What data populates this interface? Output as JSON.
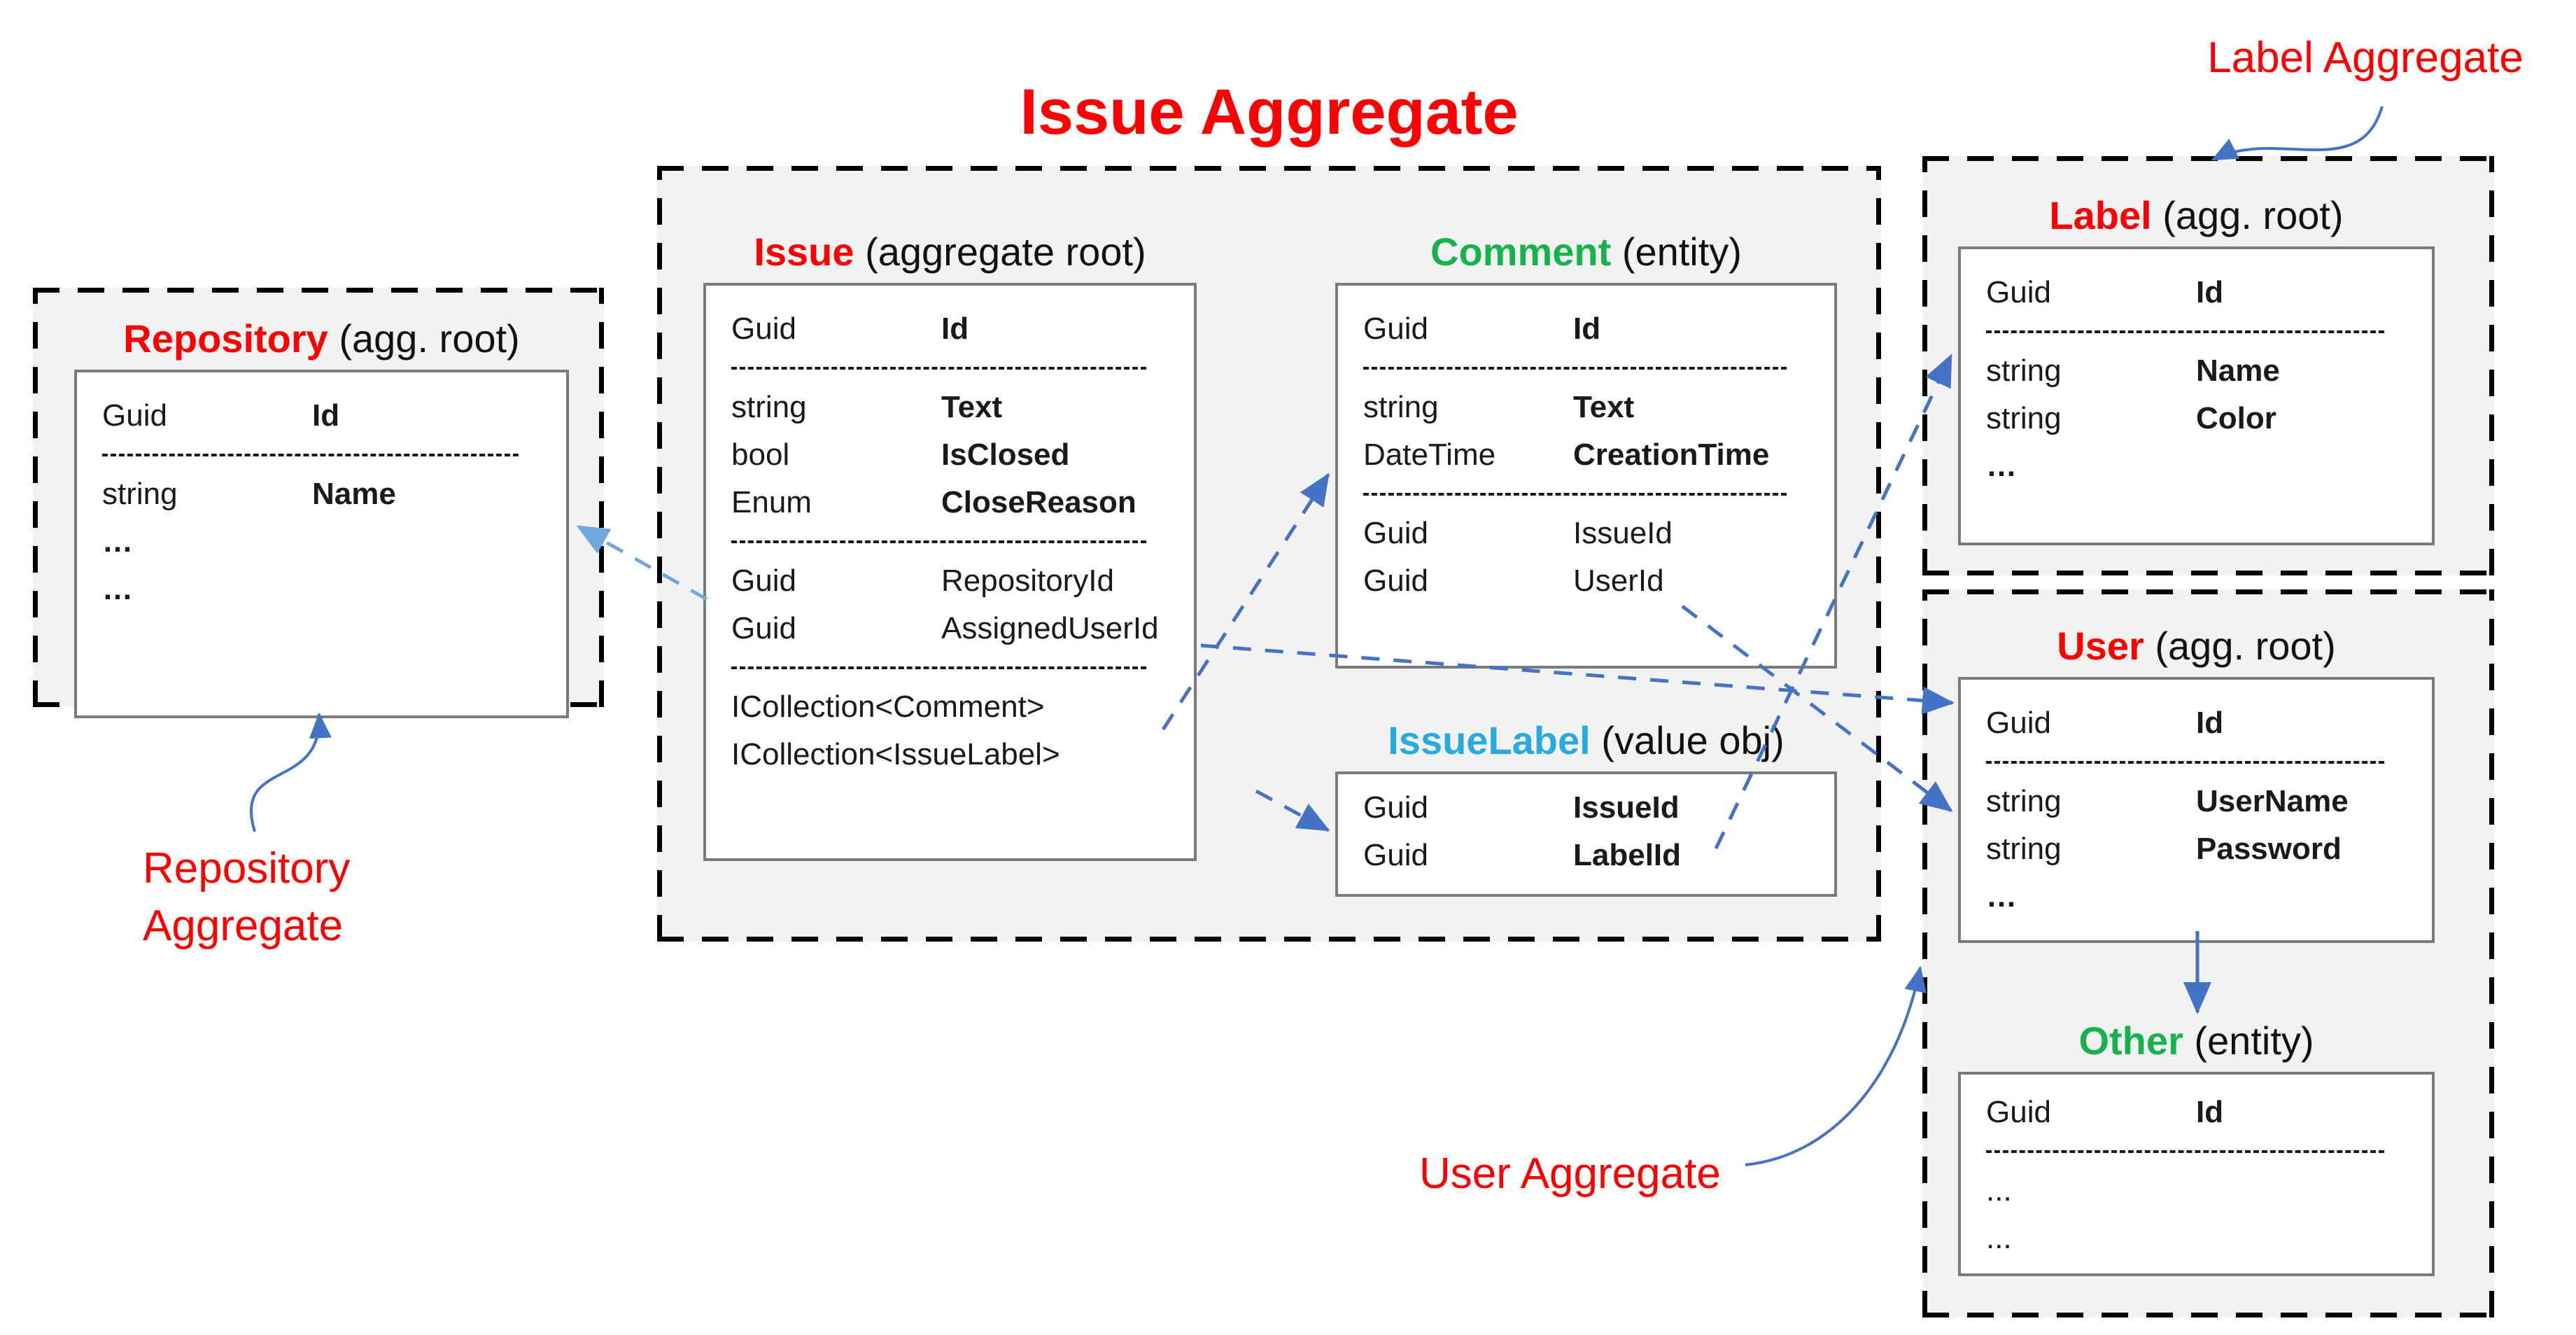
{
  "diagram": {
    "title": "Issue Aggregate",
    "annotations": {
      "label_aggregate": "Label Aggregate",
      "repository_aggregate_line1": "Repository",
      "repository_aggregate_line2": "Aggregate",
      "user_aggregate": "User Aggregate"
    },
    "colors": {
      "aggregate_root_name": "#ff0000",
      "entity_name": "#16b24c",
      "value_object_name": "#27aae1",
      "annotation_text": "#ff0000",
      "connector_blue": "#4472c4",
      "connector_light_blue": "#6fa8dc",
      "container_background": "#f2f2f2",
      "box_border": "#7a7a7a"
    }
  },
  "repository": {
    "name": "Repository",
    "kind": "(agg. root)",
    "rows": [
      {
        "type": "Guid",
        "field": "Id"
      },
      {
        "separator": true
      },
      {
        "type": "string",
        "field": "Name"
      },
      {
        "type": "…",
        "field": ""
      },
      {
        "type": "…",
        "field": ""
      }
    ]
  },
  "issue": {
    "name": "Issue",
    "kind": "(aggregate root)",
    "rows": [
      {
        "type": "Guid",
        "field": "Id"
      },
      {
        "separator": true
      },
      {
        "type": "string",
        "field": "Text"
      },
      {
        "type": "bool",
        "field": "IsClosed"
      },
      {
        "type": "Enum",
        "field": "CloseReason"
      },
      {
        "separator": true
      },
      {
        "type": "Guid",
        "field": "RepositoryId"
      },
      {
        "type": "Guid",
        "field": "AssignedUserId"
      },
      {
        "separator": true
      },
      {
        "type": "ICollection<Comment>",
        "field": ""
      },
      {
        "type": "ICollection<IssueLabel>",
        "field": ""
      }
    ]
  },
  "comment": {
    "name": "Comment",
    "kind": "(entity)",
    "rows": [
      {
        "type": "Guid",
        "field": "Id"
      },
      {
        "separator": true
      },
      {
        "type": "string",
        "field": "Text"
      },
      {
        "type": "DateTime",
        "field": "CreationTime"
      },
      {
        "separator": true
      },
      {
        "type": "Guid",
        "field": "IssueId"
      },
      {
        "type": "Guid",
        "field": "UserId"
      }
    ]
  },
  "issue_label": {
    "name": "IssueLabel",
    "kind": "(value obj)",
    "rows": [
      {
        "type": "Guid",
        "field": "IssueId"
      },
      {
        "type": "Guid",
        "field": "LabelId"
      }
    ]
  },
  "label": {
    "name": "Label",
    "kind": "(agg. root)",
    "rows": [
      {
        "type": "Guid",
        "field": "Id"
      },
      {
        "separator": true
      },
      {
        "type": "string",
        "field": "Name"
      },
      {
        "type": "string",
        "field": "Color"
      },
      {
        "type": "…",
        "field": ""
      }
    ]
  },
  "user": {
    "name": "User",
    "kind": "(agg. root)",
    "rows": [
      {
        "type": "Guid",
        "field": "Id"
      },
      {
        "separator": true
      },
      {
        "type": "string",
        "field": "UserName"
      },
      {
        "type": "string",
        "field": "Password"
      },
      {
        "type": "…",
        "field": ""
      }
    ]
  },
  "other": {
    "name": "Other",
    "kind": "(entity)",
    "rows": [
      {
        "type": "Guid",
        "field": "Id"
      },
      {
        "separator": true
      },
      {
        "type": "...",
        "field": ""
      },
      {
        "type": "...",
        "field": ""
      }
    ]
  }
}
